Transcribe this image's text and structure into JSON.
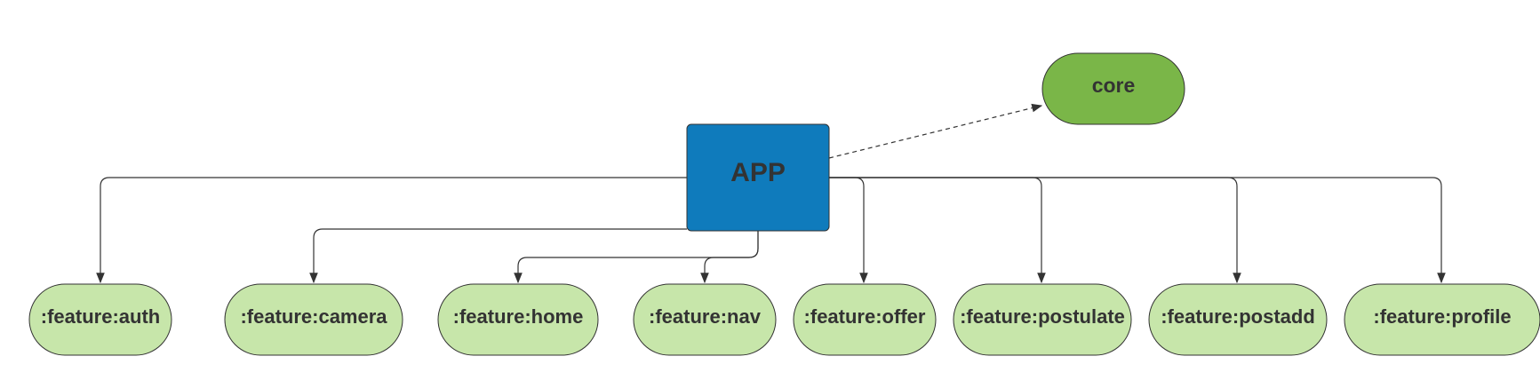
{
  "diagram": {
    "app": {
      "label": "APP",
      "fill": "#0f7bbc"
    },
    "core": {
      "label": "core",
      "fill": "#7ab648"
    },
    "feature_fill": "#c7e6aa",
    "edge_color": "#333333",
    "features": [
      {
        "label": ":feature:auth"
      },
      {
        "label": ":feature:camera"
      },
      {
        "label": ":feature:home"
      },
      {
        "label": ":feature:nav"
      },
      {
        "label": ":feature:offer"
      },
      {
        "label": ":feature:postulate"
      },
      {
        "label": ":feature:postadd"
      },
      {
        "label": ":feature:profile"
      }
    ]
  }
}
